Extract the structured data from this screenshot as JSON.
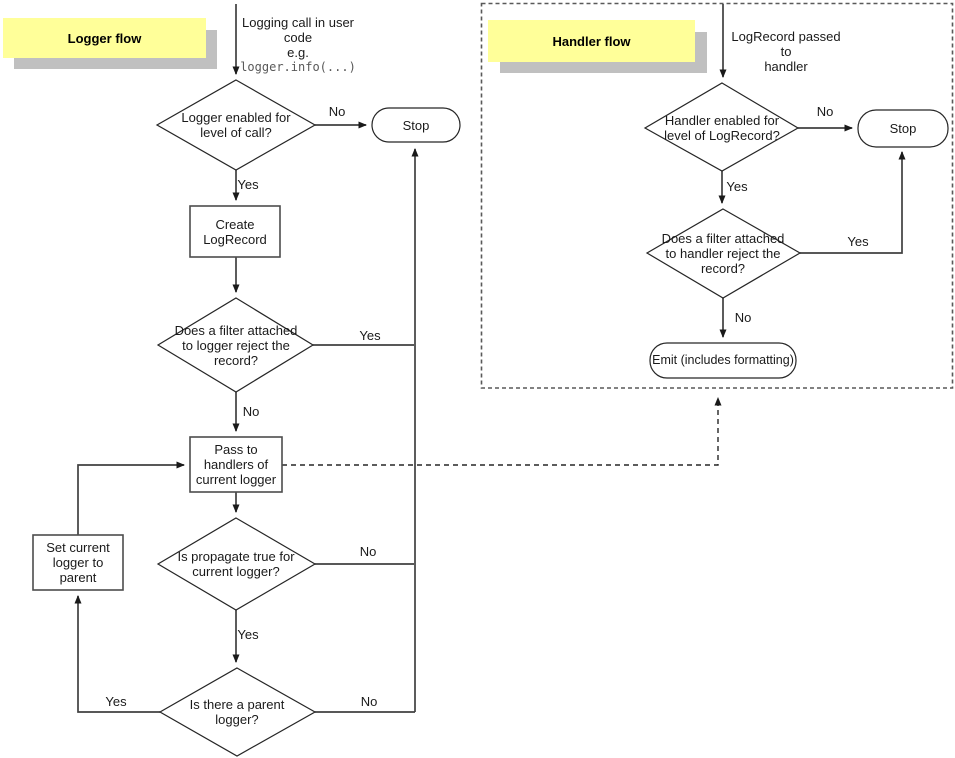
{
  "colors": {
    "sticky_bg": "#ffff99",
    "sticky_shadow": "#c0c0c0",
    "connector": "#404040",
    "shape_border": "#262626",
    "code_text": "#595959"
  },
  "logger_flow": {
    "title": "Logger flow",
    "entry_caption": "Logging call in user\ncode\ne.g.",
    "entry_code": "logger.info(...)",
    "nodes": {
      "enabled_decision": "Logger enabled for\nlevel of call?",
      "stop": "Stop",
      "create_logrecord": "Create\nLogRecord",
      "filter_decision": "Does a filter attached\nto logger reject the\nrecord?",
      "pass_to_handlers": "Pass to\nhandlers of\ncurrent logger",
      "propagate_decision": "Is propagate true for\ncurrent logger?",
      "parent_decision": "Is there a parent\nlogger?",
      "set_current_logger": "Set current\nlogger to parent"
    },
    "edge_labels": {
      "enabled_no": "No",
      "enabled_yes": "Yes",
      "filter_yes": "Yes",
      "filter_no": "No",
      "propagate_no": "No",
      "propagate_yes": "Yes",
      "parent_yes": "Yes",
      "parent_no": "No"
    }
  },
  "handler_flow": {
    "title": "Handler flow",
    "entry_caption": "LogRecord passed to\nhandler",
    "nodes": {
      "enabled_decision": "Handler enabled for\nlevel of LogRecord?",
      "stop": "Stop",
      "filter_decision": "Does a filter attached\nto handler reject the\nrecord?",
      "emit": "Emit (includes formatting)"
    },
    "edge_labels": {
      "enabled_no": "No",
      "enabled_yes": "Yes",
      "filter_yes": "Yes",
      "filter_no": "No"
    }
  }
}
